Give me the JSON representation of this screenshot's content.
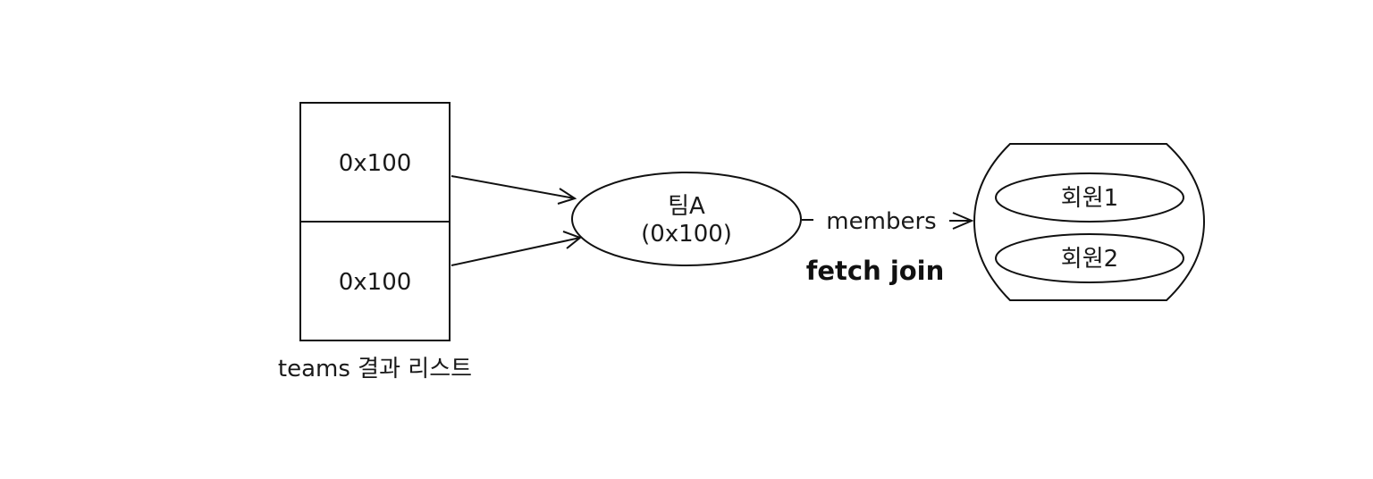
{
  "list": {
    "cells": [
      "0x100",
      "0x100"
    ],
    "caption": "teams 결과 리스트"
  },
  "team": {
    "name": "팀A",
    "address": "(0x100)"
  },
  "relation": {
    "field_label": "members",
    "join_label": "fetch join"
  },
  "members": {
    "items": [
      "회원1",
      "회원2"
    ]
  },
  "colors": {
    "stroke": "#111111",
    "fill": "#ffffff",
    "text": "#1a1a1a"
  }
}
